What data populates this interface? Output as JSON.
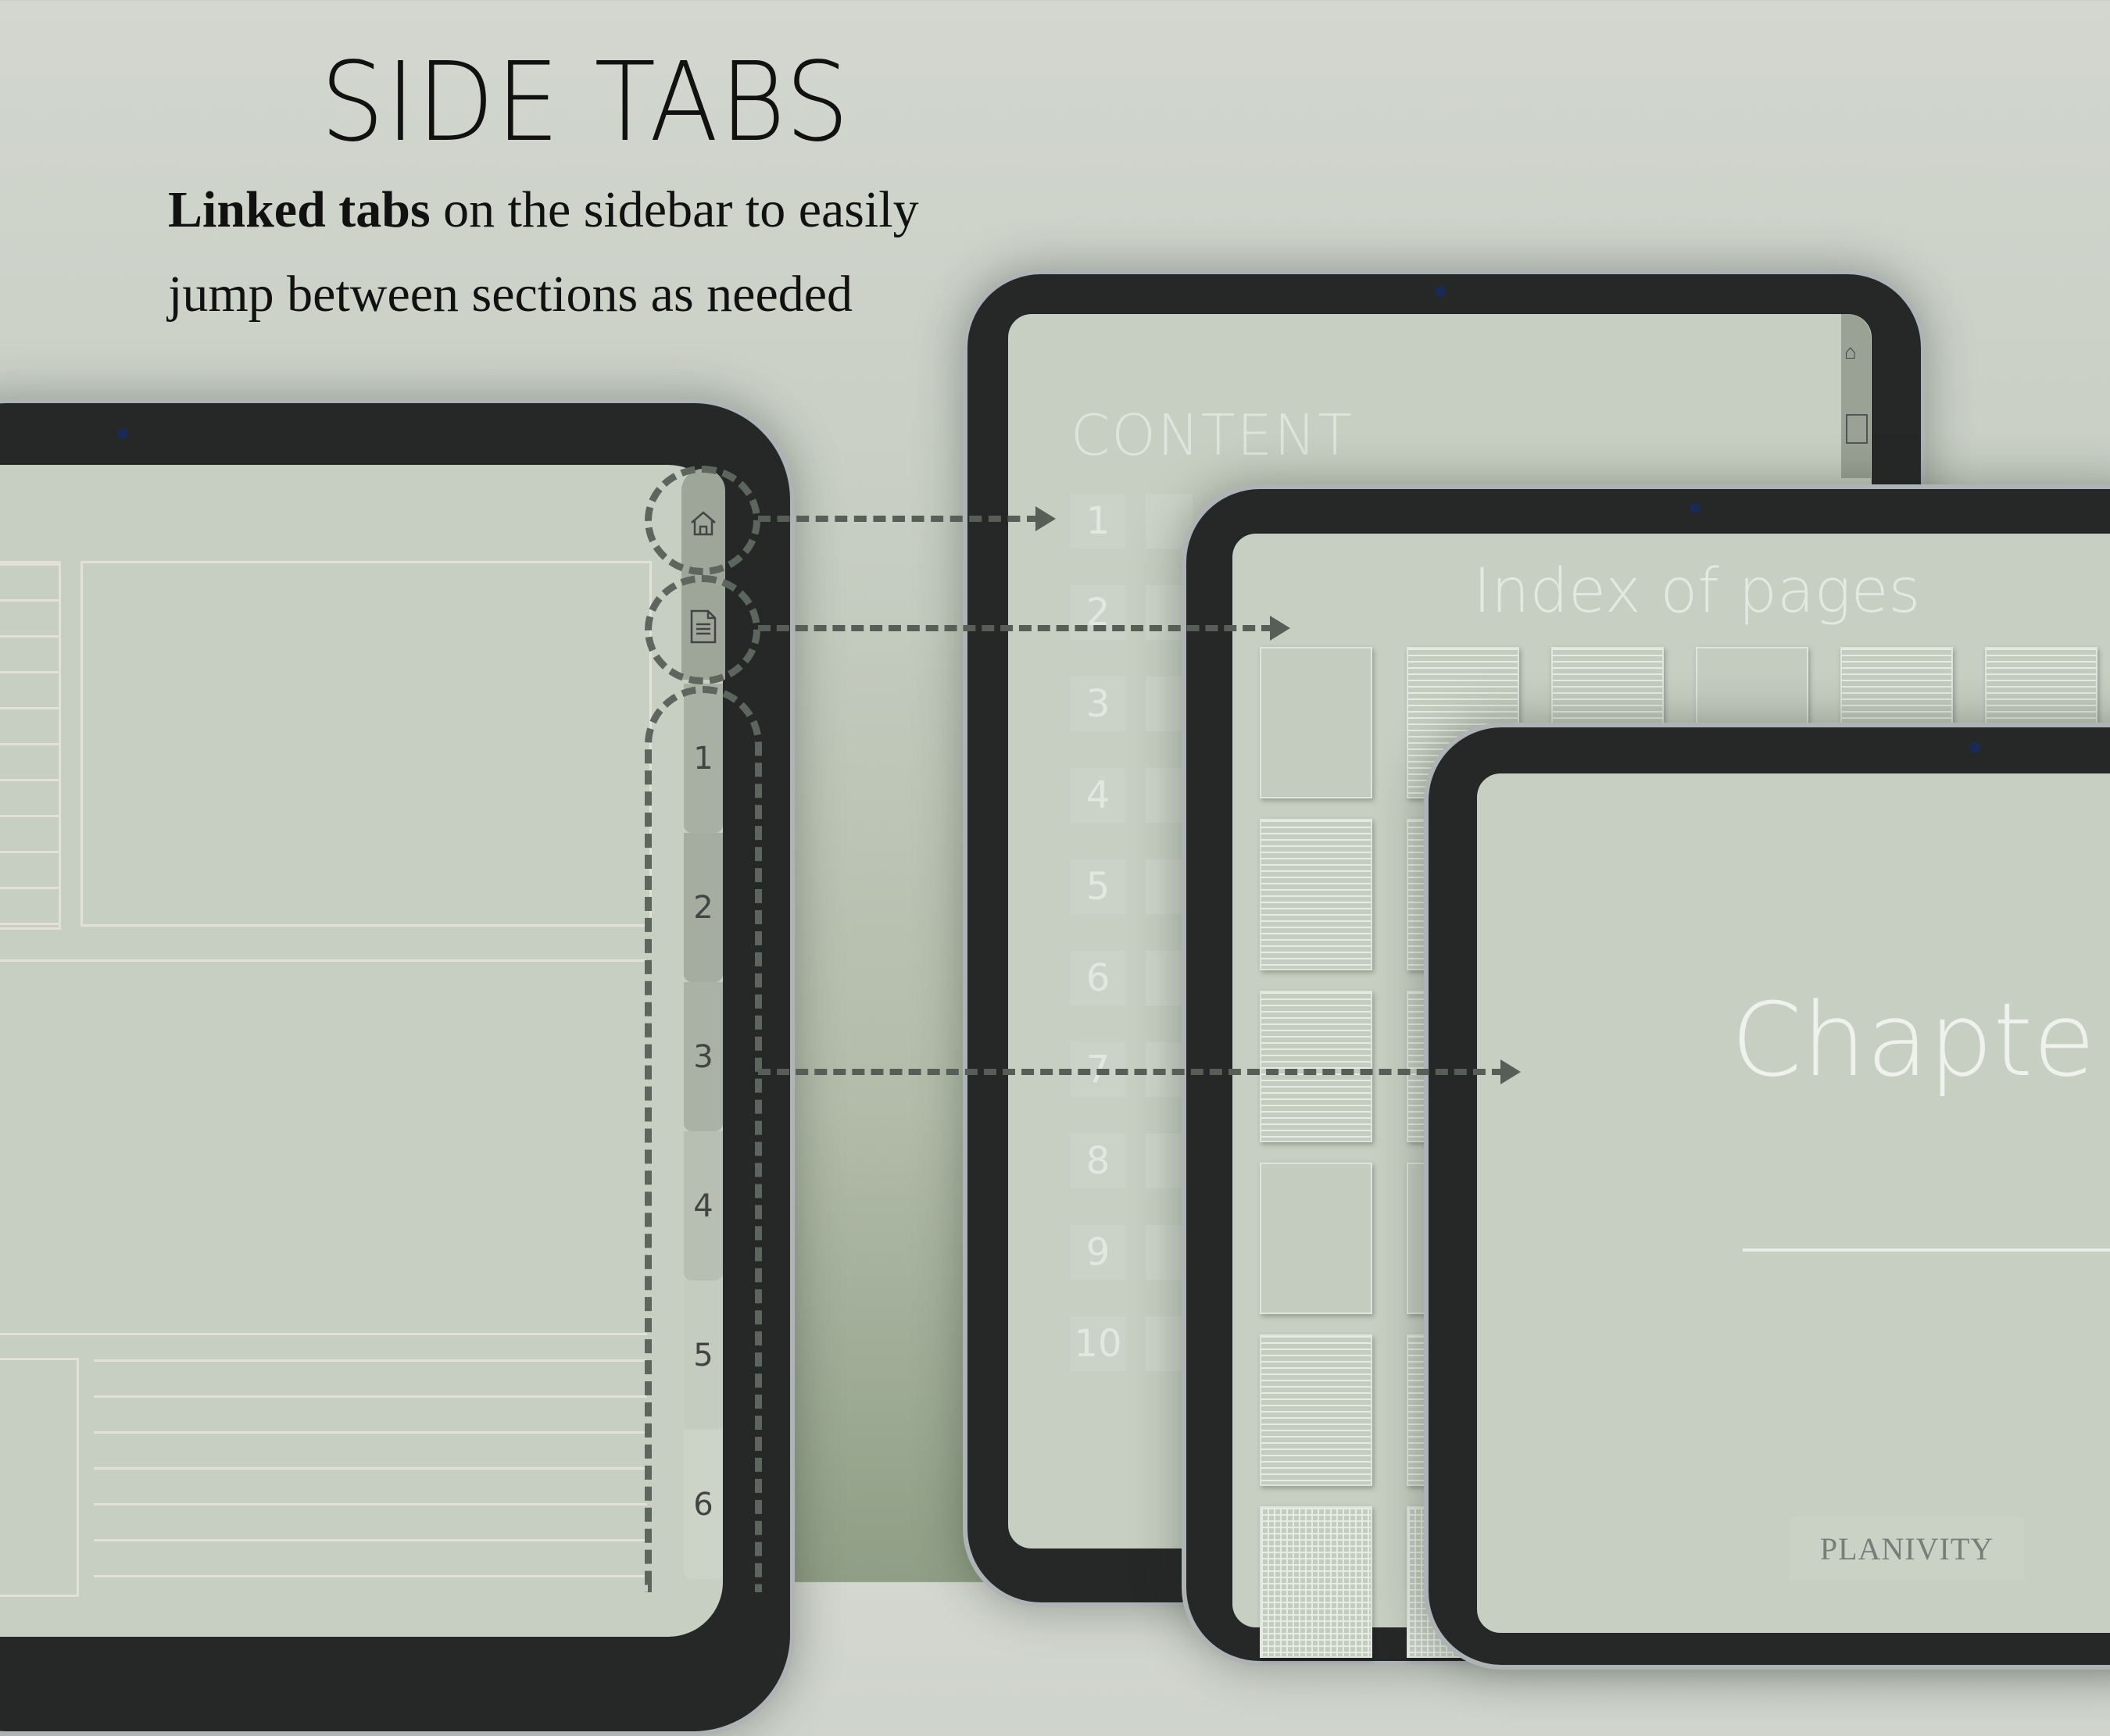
{
  "heading": "SIDE TABS",
  "subtext": {
    "bold": "Linked tabs",
    "line1_rest": " on the sidebar to easily",
    "line2": "jump between sections as needed"
  },
  "side_tabs": [
    "1",
    "2",
    "3",
    "4",
    "5",
    "6"
  ],
  "content_screen": {
    "title": "CONTENT",
    "numbers": [
      "1",
      "2",
      "3",
      "4",
      "5",
      "6",
      "7",
      "8",
      "9",
      "10"
    ]
  },
  "index_screen": {
    "title": "Index of pages"
  },
  "chapter_screen": {
    "title": "Chapte"
  },
  "brand": "PLANIVITY",
  "icons": [
    "home-icon",
    "document-icon"
  ]
}
